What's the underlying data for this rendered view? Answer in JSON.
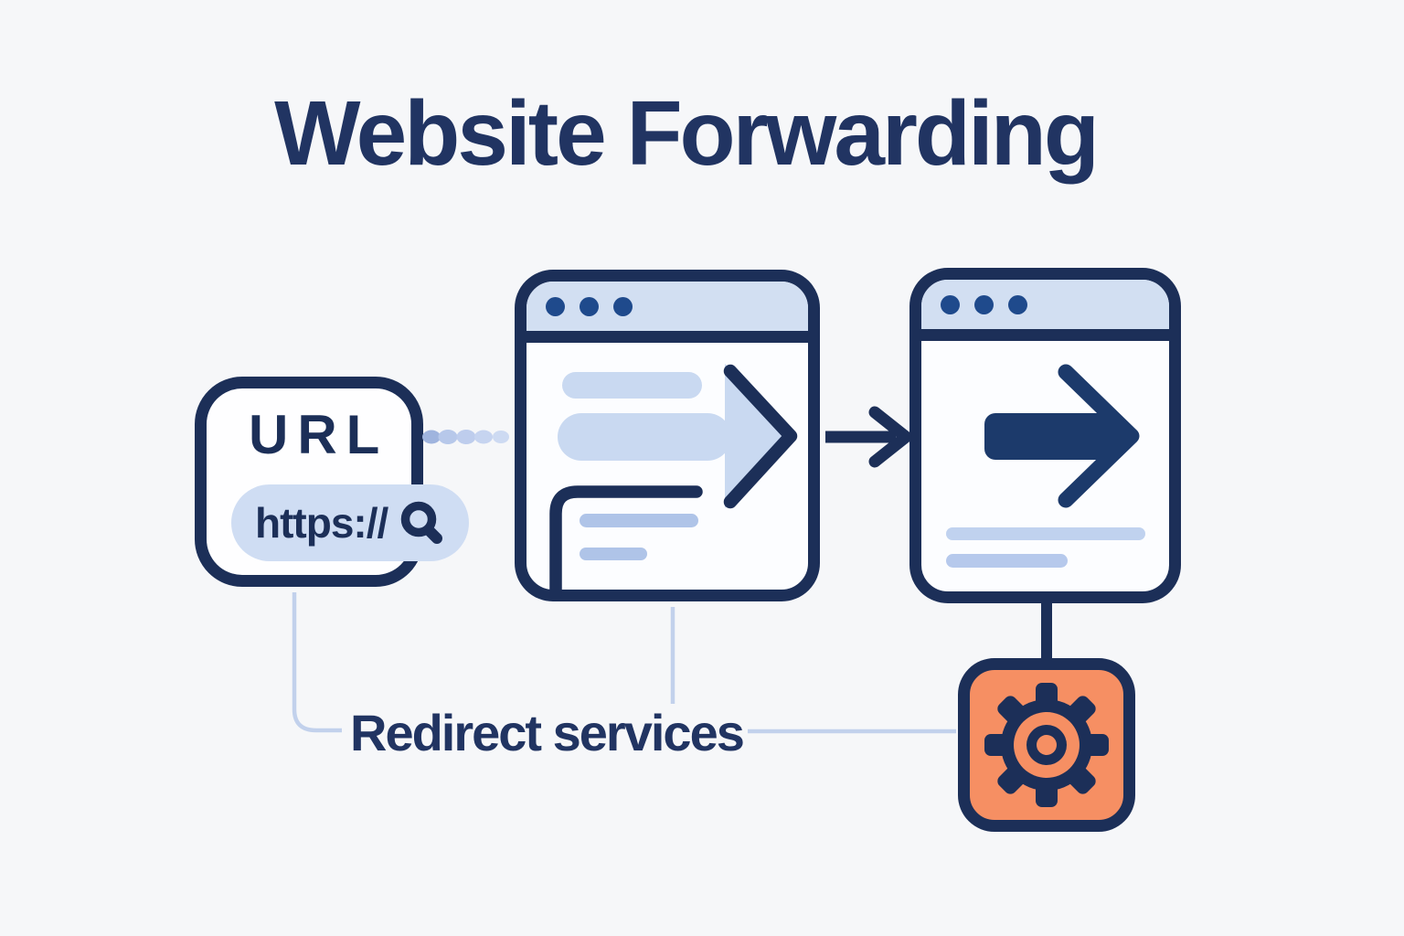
{
  "diagram": {
    "title": "Website Forwarding",
    "url_card": {
      "label": "URL",
      "address_value": "https://"
    },
    "caption": "Redirect services"
  },
  "colors": {
    "background": "#F6F7F9",
    "navy_stroke": "#1C2F58",
    "navy_text": "#213462",
    "window_dot_blue": "#1F4A8C",
    "header_light_blue": "#D2DFF2",
    "arrow_light_blue": "#C9D9F1",
    "content_bar_blue": "#AFC4E8",
    "connector_pale_blue": "#C2D1EC",
    "gear_orange": "#F68F63"
  },
  "icons": {
    "address_bar": "magnifier-icon",
    "source_window_arrow": "arrow-right-light-icon",
    "destination_window_arrow": "arrow-right-dark-icon",
    "flow_connector": "arrow-right-connector-icon",
    "settings": "gear-icon",
    "window_controls": "window-dots-icon"
  }
}
